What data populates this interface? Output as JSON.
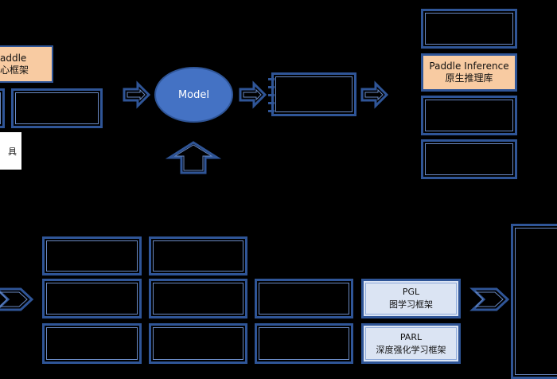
{
  "boxes": {
    "paddle_core": {
      "line1": "addle",
      "line2": "心框架"
    },
    "tools": {
      "label": "具"
    },
    "paddle_inference": {
      "line1": "Paddle Inference",
      "line2": "原生推理库"
    },
    "pgl": {
      "line1": "PGL",
      "line2": "图学习框架"
    },
    "parl": {
      "line1": "PARL",
      "line2": "深度强化学习框架"
    }
  },
  "model": {
    "label": "Model"
  },
  "colors": {
    "border": "#2f5597",
    "node_fill": "#4472c4",
    "orange_fill": "#f8cba2",
    "light_fill": "#dbe4f3"
  }
}
